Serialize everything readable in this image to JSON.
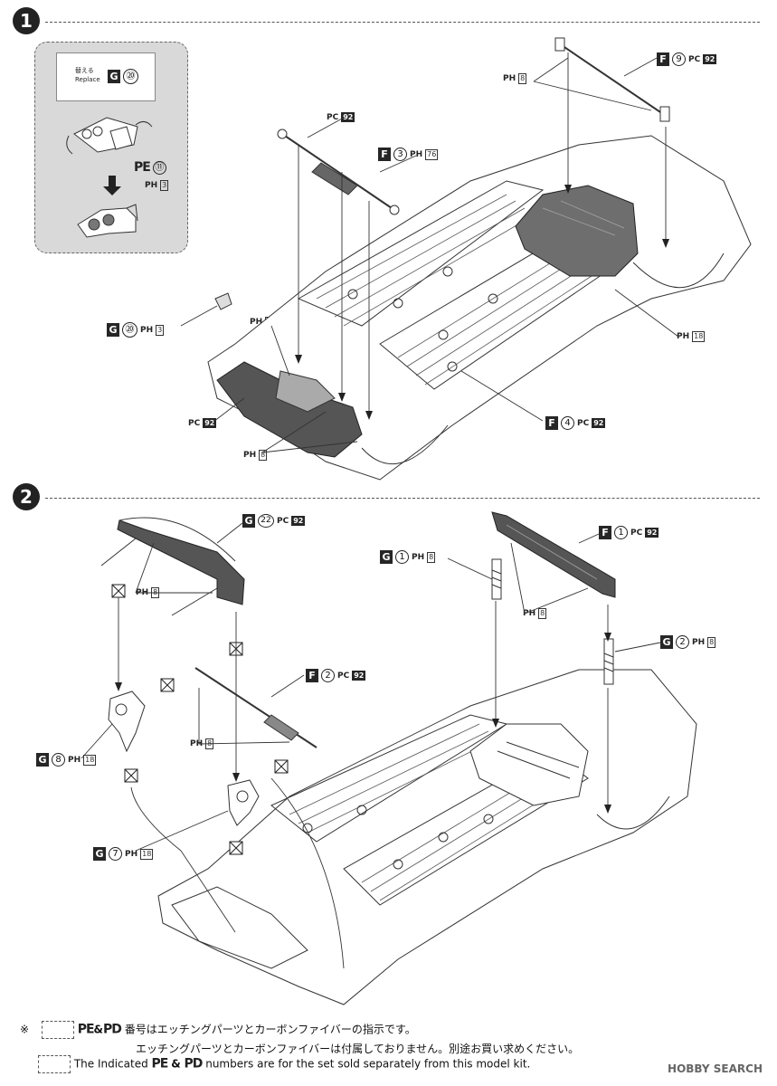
{
  "steps": {
    "step1": "1",
    "step2": "2"
  },
  "inset": {
    "replace_jp": "替える",
    "replace_en": "Replace",
    "replace_part_letter": "G",
    "replace_part_num": "⑳",
    "pe_label": "PE",
    "pe_num": "⑪",
    "ph_label": "PH",
    "ph_num": "3"
  },
  "step1_labels": {
    "pc92_top": {
      "pc": "PC",
      "num": "92"
    },
    "f9": {
      "letter": "F",
      "num": "9",
      "pc": "PC",
      "pcnum": "92"
    },
    "ph8_top": {
      "ph": "PH",
      "num": "8"
    },
    "f3": {
      "letter": "F",
      "num": "3",
      "ph": "PH",
      "phnum": "76"
    },
    "g20": {
      "letter": "G",
      "num": "⑳",
      "ph": "PH",
      "phnum": "3"
    },
    "ph76": {
      "ph": "PH",
      "num": "76"
    },
    "ph18": {
      "ph": "PH",
      "num": "18"
    },
    "pc92_left": {
      "pc": "PC",
      "num": "92"
    },
    "ph8_bottom": {
      "ph": "PH",
      "num": "8"
    },
    "f4": {
      "letter": "F",
      "num": "4",
      "pc": "PC",
      "pcnum": "92"
    }
  },
  "step2_labels": {
    "g22": {
      "letter": "G",
      "num": "22",
      "pc": "PC",
      "pcnum": "92"
    },
    "f1": {
      "letter": "F",
      "num": "1",
      "pc": "PC",
      "pcnum": "92"
    },
    "g1": {
      "letter": "G",
      "num": "1",
      "ph": "PH",
      "phnum": "8"
    },
    "ph8_a": {
      "ph": "PH",
      "num": "8"
    },
    "ph8_b": {
      "ph": "PH",
      "num": "8"
    },
    "g2": {
      "letter": "G",
      "num": "2",
      "ph": "PH",
      "phnum": "8"
    },
    "f2": {
      "letter": "F",
      "num": "2",
      "pc": "PC",
      "pcnum": "92"
    },
    "ph8_c": {
      "ph": "PH",
      "num": "8"
    },
    "g8": {
      "letter": "G",
      "num": "8",
      "ph": "PH",
      "phnum": "18"
    },
    "g7": {
      "letter": "G",
      "num": "7",
      "ph": "PH",
      "phnum": "18"
    }
  },
  "footer": {
    "asterisk": "※",
    "line1_jp": "番号はエッチングパーツとカーボンファイバーの指示です。",
    "line2_jp": "エッチングパーツとカーボンファイバーは付属しておりません。別途お買い求めください。",
    "line3_prefix": "The Indicated",
    "line3_suffix": "numbers are for the set sold separately from this model kit.",
    "pe": "PE",
    "amp": "&",
    "pd": "PD"
  },
  "watermark": "HOBBY SEARCH",
  "colors": {
    "ink": "#222222",
    "inset_bg": "#d9d9d9",
    "dark_part": "#555555",
    "tank": "#6e6e6e"
  }
}
